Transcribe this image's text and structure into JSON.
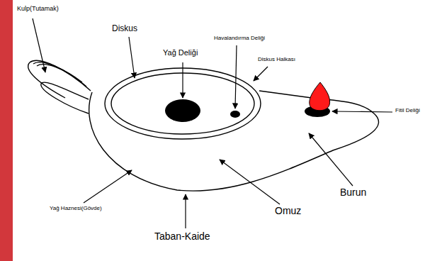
{
  "diagram": {
    "labels": [
      "Kulp(Tutamak)",
      "Diskus",
      "Yağ Deliği",
      "Havalandırma Deliği",
      "Diskus Halkası",
      "Fitil Deliği",
      "Burun",
      "Omuz",
      "Yağ Haznesi(Gövde)",
      "Taban-Kaide"
    ]
  }
}
